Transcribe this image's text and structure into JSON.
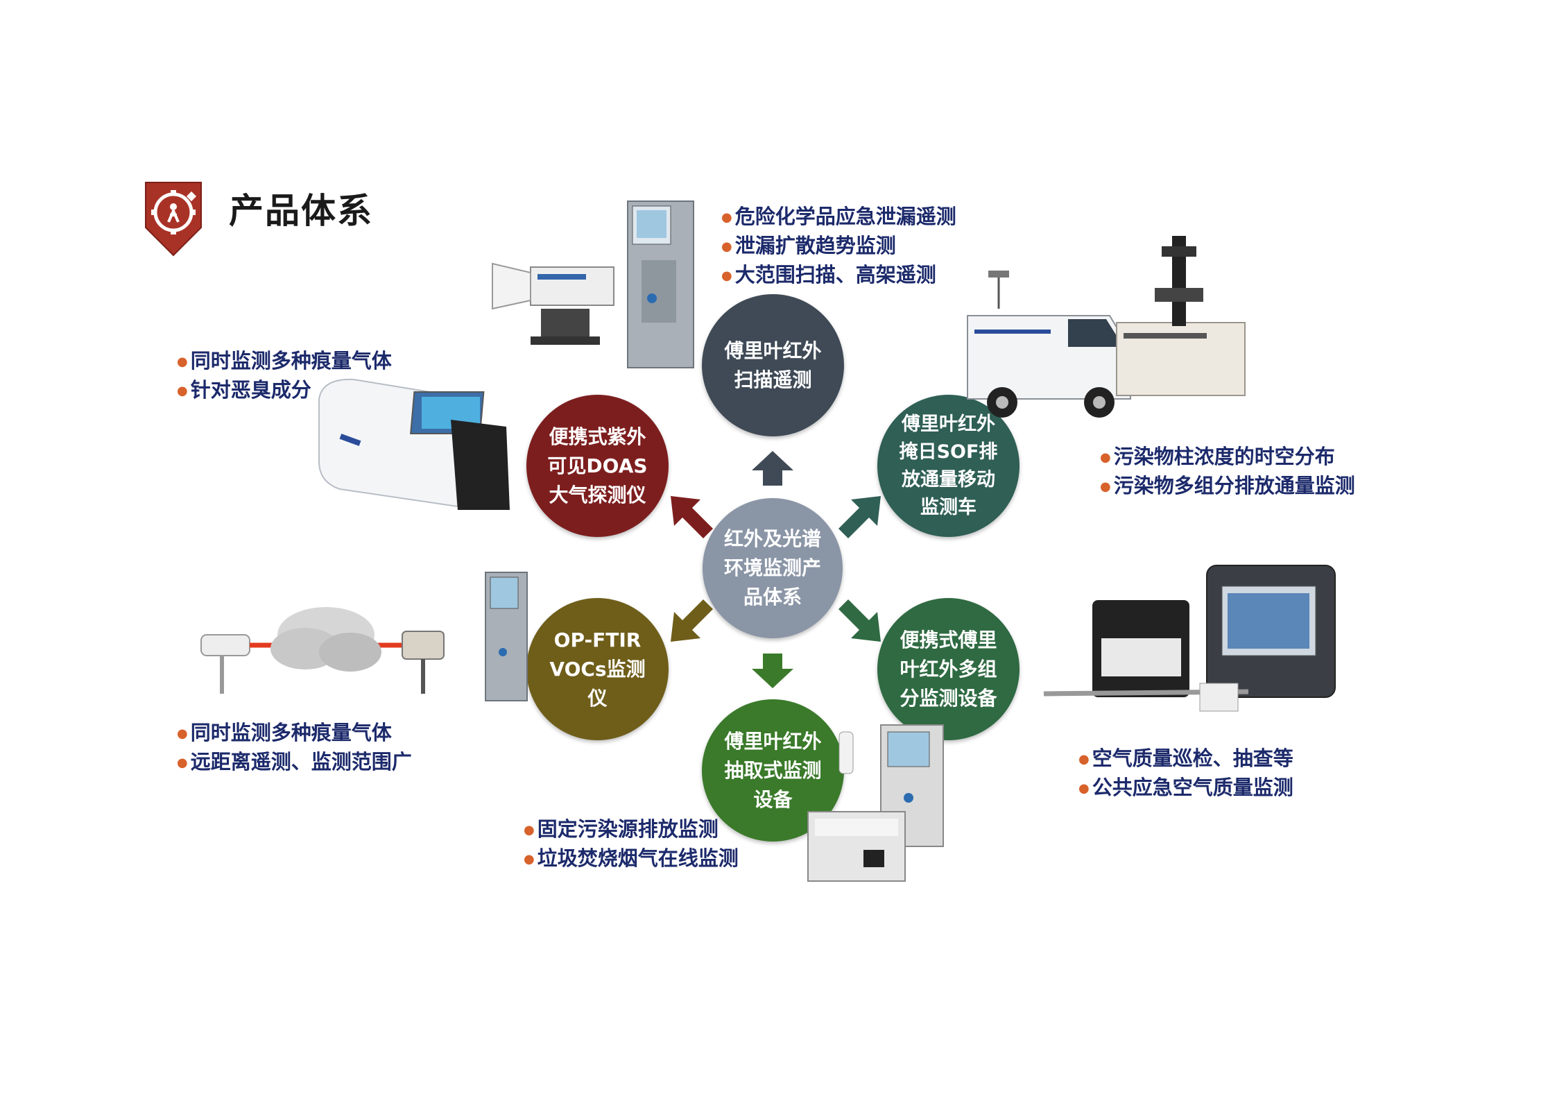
{
  "header": {
    "title": "产品体系"
  },
  "center": {
    "label": "红外及光谱\n环境监测产\n品体系",
    "color": "#8a95a6"
  },
  "nodes": [
    {
      "id": "scan",
      "label": "傅里叶红外\n扫描遥测",
      "color": "#3f4a56",
      "bullets": [
        "危险化学品应急泄漏遥测",
        "泄漏扩散趋势监测",
        "大范围扫描、高架遥测"
      ]
    },
    {
      "id": "sof",
      "label": "傅里叶红外\n掩日SOF排\n放通量移动\n监测车",
      "color": "#2f5f55",
      "bullets": [
        "污染物柱浓度的时空分布",
        "污染物多组分排放通量监测"
      ]
    },
    {
      "id": "portable-ftir",
      "label": "便携式傅里\n叶红外多组\n分监测设备",
      "color": "#2f6a42",
      "bullets": [
        "空气质量巡检、抽查等",
        "公共应急空气质量监测"
      ]
    },
    {
      "id": "extract",
      "label": "傅里叶红外\n抽取式监测\n设备",
      "color": "#3a7a2a",
      "bullets": [
        "固定污染源排放监测",
        "垃圾焚烧烟气在线监测"
      ]
    },
    {
      "id": "opftir",
      "label": "OP-FTIR\nVOCs监测\n仪",
      "color": "#6f5e1a",
      "bullets": [
        "同时监测多种痕量气体",
        "远距离遥测、监测范围广"
      ]
    },
    {
      "id": "doas",
      "label": "便携式紫外\n可见DOAS\n大气探测仪",
      "color": "#7d1e1e",
      "bullets": [
        "同时监测多种痕量气体",
        "针对恶臭成分"
      ]
    }
  ],
  "colors": {
    "bullet_dot": "#d8622b",
    "bullet_text": "#1c2a6b",
    "badge": "#a93226"
  },
  "icons": [
    "gear-badge-icon",
    "arrow-up-icon",
    "arrow-upright-icon",
    "arrow-downright-icon",
    "arrow-down-icon",
    "arrow-downleft-icon",
    "arrow-upleft-icon"
  ]
}
